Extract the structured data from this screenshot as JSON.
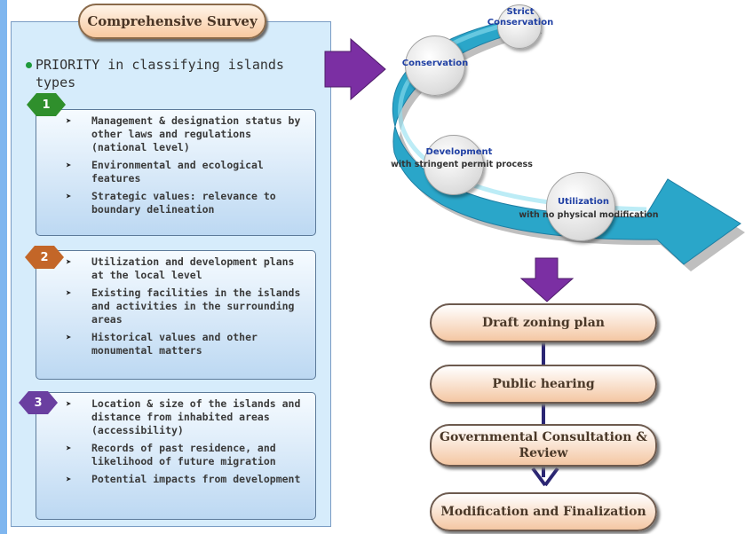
{
  "survey": {
    "title": "Comprehensive Survey",
    "priority": "PRIORITY in classifying islands types",
    "groups": [
      {
        "badge": "1",
        "color": "#2f8f2c",
        "items": [
          "Management & designation status by other laws and regulations (national level)",
          "Environmental and ecological features",
          "Strategic values: relevance to boundary delineation"
        ]
      },
      {
        "badge": "2",
        "color": "#c36628",
        "items": [
          "Utilization and development plans at the local level",
          "Existing facilities in the islands and activities in the surrounding areas",
          "Historical values and other monumental matters"
        ]
      },
      {
        "badge": "3",
        "color": "#6a3fa0",
        "items": [
          "Location & size of the islands and distance from inhabited areas (accessibility)",
          "Records of past residence, and likelihood of future migration",
          "Potential impacts from development"
        ]
      }
    ]
  },
  "spectrum": {
    "strict_conservation": "Strict Conservation",
    "conservation": "Conservation",
    "development": "Development",
    "development_sub": "with stringent permit process",
    "utilization": "Utilization",
    "utilization_sub": "with no physical modification"
  },
  "process": {
    "steps": [
      "Draft zoning plan",
      "Public hearing",
      "Governmental Consultation & Review",
      "Modification and Finalization"
    ]
  },
  "colors": {
    "arrow": "#7b2fa3",
    "band": "#2aa6c9",
    "connector": "#2b2673"
  }
}
